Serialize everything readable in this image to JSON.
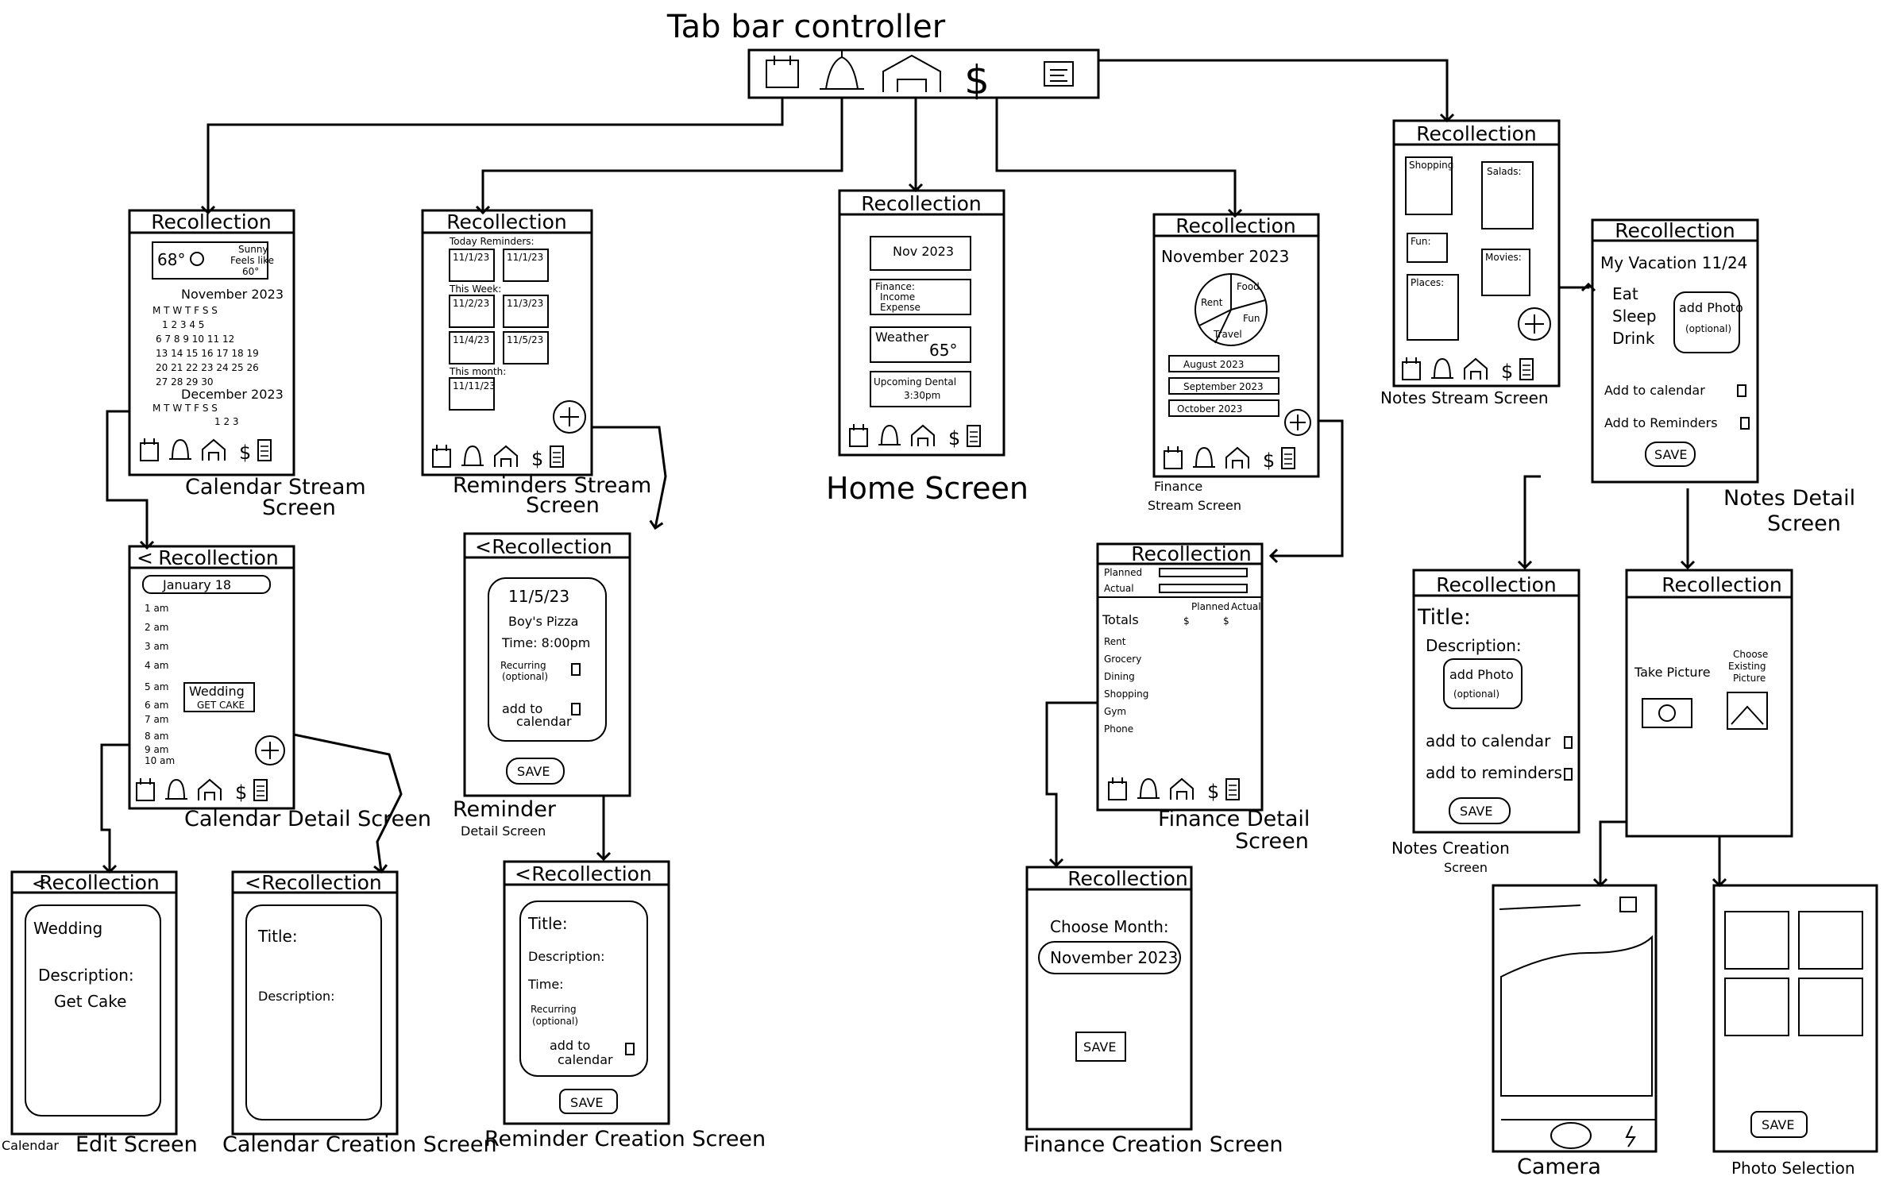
{
  "tab_bar": {
    "title": "Tab bar controller",
    "icons": [
      "calendar-icon",
      "bell-icon",
      "home-icon",
      "dollar-icon",
      "notes-icon"
    ]
  },
  "app_name": "Recollection",
  "screens": {
    "calendar_stream": {
      "label_1": "Calendar Stream",
      "label_2": "Screen",
      "weather_temp": "68°",
      "weather_desc_1": "Sunny",
      "weather_desc_2": "Feels like",
      "weather_desc_3": "60°",
      "month_1": "November 2023",
      "weekdays": "M T W T F S S",
      "week_1": "1 2 3 4 5",
      "week_2": "6 7 8 9 10 11 12",
      "week_3": "13 14 15 16 17 18 19",
      "week_4": "20 21 22 23 24 25 26",
      "week_5": "27 28 29 30",
      "month_2": "December 2023",
      "weekdays_2": "M T W T F S S",
      "week_6": "1 2 3"
    },
    "reminders_stream": {
      "label_1": "Reminders Stream",
      "label_2": "Screen",
      "today": "Today Reminders:",
      "week": "This Week:",
      "month": "This month:",
      "d1": "11/1/23",
      "d2": "11/1/23",
      "d3": "11/2/23",
      "d4": "11/3/23",
      "d5": "11/4/23",
      "d6": "11/5/23",
      "d7": "11/11/23"
    },
    "home": {
      "label": "Home Screen",
      "date": "Nov 2023",
      "finance_1": "Finance:",
      "finance_2": "Income",
      "finance_3": "Expense",
      "weather": "Weather",
      "temp": "65°",
      "upcoming": "Upcoming Dental",
      "time": "3:30pm"
    },
    "finance_stream": {
      "label_1": "Finance",
      "label_2": "Stream Screen",
      "month": "November 2023",
      "pie_labels": [
        "Food",
        "Rent",
        "Fun",
        "Travel"
      ],
      "months": [
        "August 2023",
        "September 2023",
        "October 2023"
      ]
    },
    "notes_stream": {
      "label": "Notes Stream Screen",
      "cards": [
        "Shopping",
        "Salads:",
        "Fun:",
        "Movies:",
        "Places:"
      ]
    },
    "notes_detail": {
      "label_1": "Notes Detail",
      "label_2": "Screen",
      "title": "My Vacation 11/24",
      "items": [
        "Eat",
        "Sleep",
        "Drink"
      ],
      "photo_1": "add Photo",
      "photo_2": "(optional)",
      "add_cal": "Add to calendar",
      "add_rem": "Add to Reminders",
      "save": "SAVE"
    },
    "calendar_detail": {
      "label": "Calendar Detail Screen",
      "date": "January 18",
      "hours": [
        "1 am",
        "2 am",
        "3 am",
        "4 am",
        "5 am",
        "6 am",
        "7 am",
        "8 am",
        "9 am",
        "10 am"
      ],
      "event_1": "Wedding",
      "event_2": "GET CAKE"
    },
    "reminder_detail": {
      "label_1": "Reminder",
      "label_2": "Detail Screen",
      "date": "11/5/23",
      "title": "Boy's Pizza",
      "time": "Time: 8:00pm",
      "recurring_1": "Recurring",
      "recurring_2": "(optional)",
      "add_cal_1": "add to",
      "add_cal_2": "calendar",
      "save": "SAVE"
    },
    "finance_detail": {
      "label_1": "Finance Detail",
      "label_2": "Screen",
      "planned": "Planned",
      "actual": "Actual",
      "totals": "Totals",
      "col_planned": "Planned",
      "col_actual": "Actual",
      "col_sym": "$",
      "rows": [
        "Rent",
        "Grocery",
        "Dining",
        "Shopping",
        "Gym",
        "Phone"
      ]
    },
    "notes_creation": {
      "label_1": "Notes Creation",
      "label_2": "Screen",
      "title": "Title:",
      "description": "Description:",
      "photo_1": "add Photo",
      "photo_2": "(optional)",
      "add_cal": "add to calendar",
      "add_rem": "add to reminders",
      "save": "SAVE"
    },
    "photo_choice": {
      "take": "Take Picture",
      "choose_1": "Choose",
      "choose_2": "Existing",
      "choose_3": "Picture"
    },
    "calendar_edit": {
      "label_small": "Calendar",
      "label": "Edit Screen",
      "title": "Wedding",
      "description": "Description:",
      "body": "Get Cake"
    },
    "calendar_creation": {
      "label": "Calendar Creation Screen",
      "title": "Title:",
      "description": "Description:"
    },
    "reminder_creation": {
      "label": "Reminder Creation Screen",
      "title": "Title:",
      "description": "Description:",
      "time": "Time:",
      "recurring_1": "Recurring",
      "recurring_2": "(optional)",
      "add_cal_1": "add to",
      "add_cal_2": "calendar",
      "save": "SAVE"
    },
    "finance_creation": {
      "label": "Finance Creation Screen",
      "choose": "Choose Month:",
      "month": "November 2023",
      "save": "SAVE"
    },
    "camera": {
      "label": "Camera"
    },
    "photo_selection": {
      "label": "Photo Selection",
      "save": "SAVE"
    }
  }
}
